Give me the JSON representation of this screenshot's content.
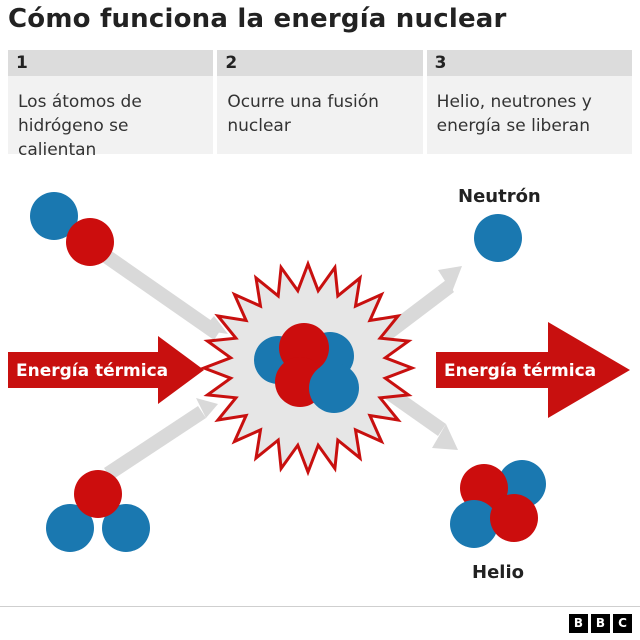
{
  "title": "Cómo funciona la energía nuclear",
  "steps": [
    {
      "number": "1",
      "text": "Los átomos de hidrógeno se calientan"
    },
    {
      "number": "2",
      "text": "Ocurre una fusión nuclear"
    },
    {
      "number": "3",
      "text": "Helio, neutrones y energía se liberan"
    }
  ],
  "diagram": {
    "energy_in_label": "Energía térmica",
    "energy_out_label": "Energía térmica",
    "neutron_label": "Neutrón",
    "helium_label": "Helio"
  },
  "colors": {
    "proton_red": "#cc0d0d",
    "neutron_blue": "#1a78b0",
    "arrow_red": "#c8100f",
    "burst_outline": "#c8100f",
    "burst_fill": "#e6e6e6",
    "path_gray": "#d9d9d9"
  },
  "logo": "BBC"
}
